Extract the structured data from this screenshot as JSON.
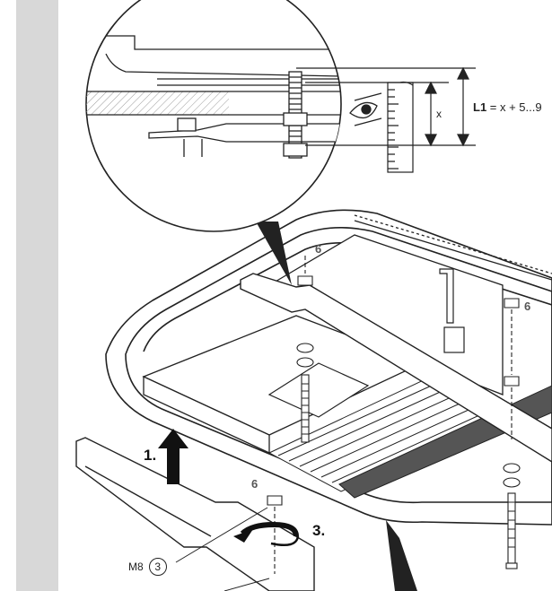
{
  "labels": {
    "x": "x",
    "l1_name": "L1",
    "l1_formula": " = x + 5...9",
    "callout_6": "6",
    "step_1": "1.",
    "step_3": "3.",
    "bolt_size": "M8",
    "part_number": "3"
  },
  "colors": {
    "band": "#d8d8d8",
    "line": "#222222",
    "hatch": "#9a9a9a",
    "dark_fill": "#555555"
  },
  "icons": [
    "eye-icon",
    "up-arrow-icon",
    "rotate-arrow-icon"
  ]
}
